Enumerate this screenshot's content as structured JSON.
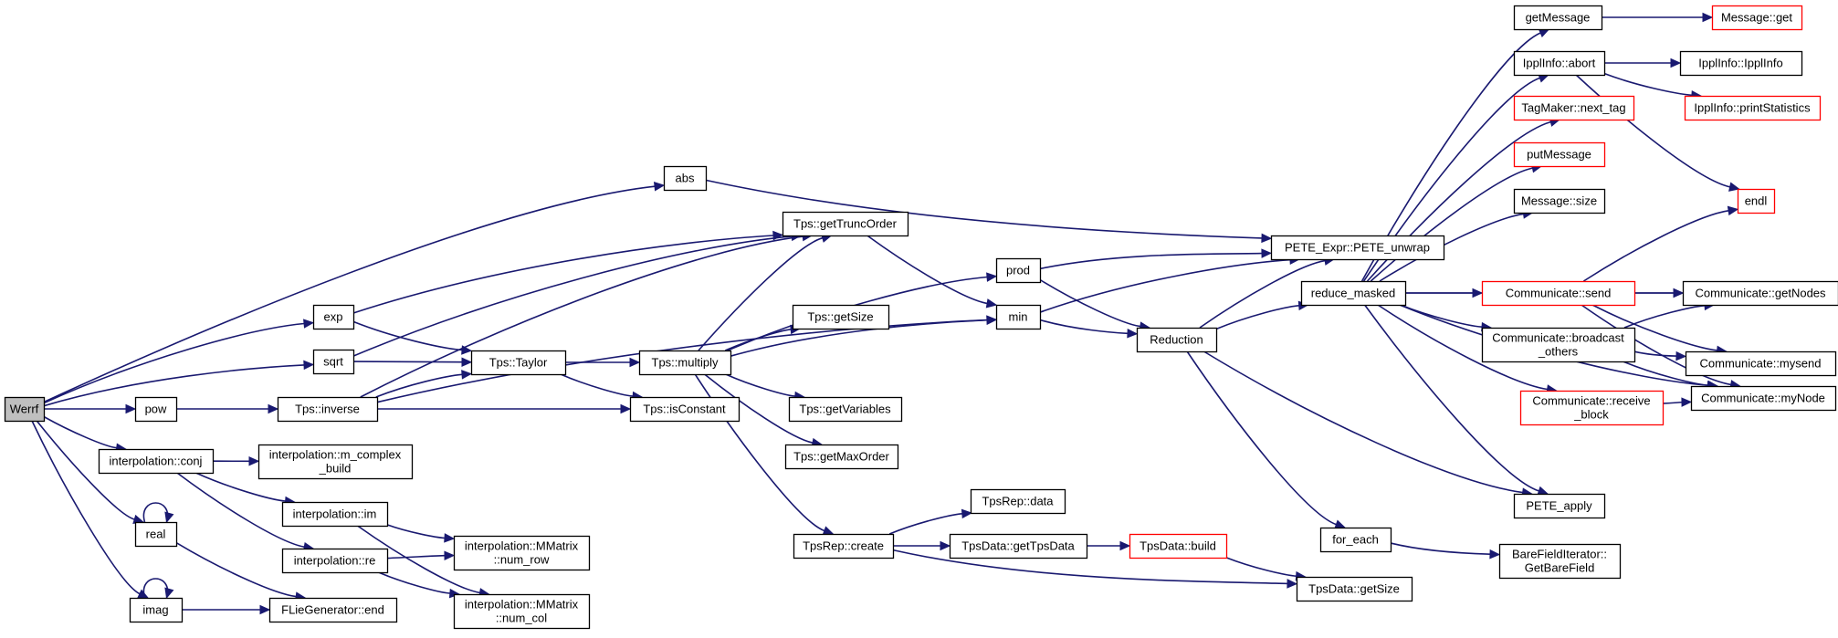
{
  "colors": {
    "edge": "#191970",
    "node_border_normal": "#000000",
    "node_border_truncated": "#ff0000",
    "root_fill": "#bfbfbf",
    "node_fill": "#ffffff"
  },
  "nodes": [
    {
      "id": "werrf",
      "lines": [
        "Werrf"
      ],
      "root": true
    },
    {
      "id": "abs",
      "lines": [
        "abs"
      ]
    },
    {
      "id": "exp",
      "lines": [
        "exp"
      ]
    },
    {
      "id": "sqrt",
      "lines": [
        "sqrt"
      ]
    },
    {
      "id": "pow",
      "lines": [
        "pow"
      ]
    },
    {
      "id": "iconj",
      "lines": [
        "interpolation::conj"
      ]
    },
    {
      "id": "real",
      "lines": [
        "real"
      ]
    },
    {
      "id": "imag",
      "lines": [
        "imag"
      ]
    },
    {
      "id": "mcomplex",
      "lines": [
        "interpolation::m_complex",
        "_build"
      ]
    },
    {
      "id": "iim",
      "lines": [
        "interpolation::im"
      ]
    },
    {
      "id": "ire",
      "lines": [
        "interpolation::re"
      ]
    },
    {
      "id": "flieend",
      "lines": [
        "FLieGenerator::end"
      ]
    },
    {
      "id": "numrow",
      "lines": [
        "interpolation::MMatrix",
        "::num_row"
      ]
    },
    {
      "id": "numcol",
      "lines": [
        "interpolation::MMatrix",
        "::num_col"
      ]
    },
    {
      "id": "tpsinverse",
      "lines": [
        "Tps::inverse"
      ]
    },
    {
      "id": "tpstaylor",
      "lines": [
        "Tps::Taylor"
      ]
    },
    {
      "id": "tpsiscons",
      "lines": [
        "Tps::isConstant"
      ]
    },
    {
      "id": "tpsgettrunc",
      "lines": [
        "Tps::getTruncOrder"
      ]
    },
    {
      "id": "tpsmultiply",
      "lines": [
        "Tps::multiply"
      ]
    },
    {
      "id": "tpsgetsize",
      "lines": [
        "Tps::getSize"
      ]
    },
    {
      "id": "tpsgetvars",
      "lines": [
        "Tps::getVariables"
      ]
    },
    {
      "id": "tpsgetmax",
      "lines": [
        "Tps::getMaxOrder"
      ]
    },
    {
      "id": "tpsrepcreate",
      "lines": [
        "TpsRep::create"
      ]
    },
    {
      "id": "tpsrepdata",
      "lines": [
        "TpsRep::data"
      ]
    },
    {
      "id": "tpsdatagettps",
      "lines": [
        "TpsData::getTpsData"
      ]
    },
    {
      "id": "tpsdatabuild",
      "lines": [
        "TpsData::build"
      ],
      "truncated": true
    },
    {
      "id": "tpsdatagetsize",
      "lines": [
        "TpsData::getSize"
      ]
    },
    {
      "id": "prod",
      "lines": [
        "prod"
      ]
    },
    {
      "id": "min",
      "lines": [
        "min"
      ]
    },
    {
      "id": "peteunwrap",
      "lines": [
        "PETE_Expr::PETE_unwrap"
      ]
    },
    {
      "id": "reduction",
      "lines": [
        "Reduction"
      ]
    },
    {
      "id": "reducemasked",
      "lines": [
        "reduce_masked"
      ]
    },
    {
      "id": "foreach",
      "lines": [
        "for_each"
      ]
    },
    {
      "id": "barefield",
      "lines": [
        "BareFieldIterator::",
        "GetBareField"
      ]
    },
    {
      "id": "peteapply",
      "lines": [
        "PETE_apply"
      ]
    },
    {
      "id": "getmessage",
      "lines": [
        "getMessage"
      ]
    },
    {
      "id": "ipplabort",
      "lines": [
        "IpplInfo::abort"
      ]
    },
    {
      "id": "tagmaker",
      "lines": [
        "TagMaker::next_tag"
      ],
      "truncated": true
    },
    {
      "id": "putmessage",
      "lines": [
        "putMessage"
      ],
      "truncated": true
    },
    {
      "id": "messagesize",
      "lines": [
        "Message::size"
      ]
    },
    {
      "id": "commsend",
      "lines": [
        "Communicate::send"
      ],
      "truncated": true
    },
    {
      "id": "commbcast",
      "lines": [
        "Communicate::broadcast",
        "_others"
      ]
    },
    {
      "id": "commrecv",
      "lines": [
        "Communicate::receive",
        "_block"
      ],
      "truncated": true
    },
    {
      "id": "messageget",
      "lines": [
        "Message::get"
      ],
      "truncated": true
    },
    {
      "id": "ipplinfo",
      "lines": [
        "IpplInfo::IpplInfo"
      ]
    },
    {
      "id": "ipplstats",
      "lines": [
        "IpplInfo::printStatistics"
      ],
      "truncated": true
    },
    {
      "id": "endl",
      "lines": [
        "endl"
      ],
      "truncated": true
    },
    {
      "id": "commgetnodes",
      "lines": [
        "Communicate::getNodes"
      ]
    },
    {
      "id": "commmysend",
      "lines": [
        "Communicate::mysend"
      ]
    },
    {
      "id": "commmynode",
      "lines": [
        "Communicate::myNode"
      ]
    }
  ],
  "edges": [
    [
      "werrf",
      "abs"
    ],
    [
      "werrf",
      "exp"
    ],
    [
      "werrf",
      "sqrt"
    ],
    [
      "werrf",
      "pow"
    ],
    [
      "werrf",
      "iconj"
    ],
    [
      "werrf",
      "real"
    ],
    [
      "werrf",
      "imag"
    ],
    [
      "abs",
      "peteunwrap"
    ],
    [
      "exp",
      "tpsgettrunc"
    ],
    [
      "exp",
      "tpstaylor"
    ],
    [
      "sqrt",
      "tpsgettrunc"
    ],
    [
      "sqrt",
      "tpstaylor"
    ],
    [
      "pow",
      "tpsinverse"
    ],
    [
      "tpsinverse",
      "tpsgettrunc"
    ],
    [
      "tpsinverse",
      "tpstaylor"
    ],
    [
      "tpsinverse",
      "tpsiscons"
    ],
    [
      "tpsinverse",
      "min"
    ],
    [
      "tpstaylor",
      "tpsmultiply"
    ],
    [
      "tpstaylor",
      "tpsiscons"
    ],
    [
      "tpsmultiply",
      "tpsgettrunc"
    ],
    [
      "tpsmultiply",
      "prod"
    ],
    [
      "tpsmultiply",
      "tpsgetsize"
    ],
    [
      "tpsmultiply",
      "min"
    ],
    [
      "tpsmultiply",
      "tpsgetvars"
    ],
    [
      "tpsmultiply",
      "tpsgetmax"
    ],
    [
      "tpsmultiply",
      "tpsrepcreate"
    ],
    [
      "tpsgettrunc",
      "min"
    ],
    [
      "prod",
      "peteunwrap"
    ],
    [
      "prod",
      "reduction"
    ],
    [
      "min",
      "peteunwrap"
    ],
    [
      "min",
      "reduction"
    ],
    [
      "iconj",
      "mcomplex"
    ],
    [
      "iconj",
      "iim"
    ],
    [
      "iconj",
      "ire"
    ],
    [
      "iim",
      "numrow"
    ],
    [
      "iim",
      "numcol"
    ],
    [
      "ire",
      "numrow"
    ],
    [
      "ire",
      "numcol"
    ],
    [
      "real",
      "real"
    ],
    [
      "real",
      "flieend"
    ],
    [
      "imag",
      "imag"
    ],
    [
      "imag",
      "flieend"
    ],
    [
      "tpsrepcreate",
      "tpsrepdata"
    ],
    [
      "tpsrepcreate",
      "tpsdatagettps"
    ],
    [
      "tpsrepcreate",
      "tpsdatagetsize"
    ],
    [
      "tpsdatagettps",
      "tpsdatabuild"
    ],
    [
      "tpsdatabuild",
      "tpsdatagetsize"
    ],
    [
      "reduction",
      "peteunwrap"
    ],
    [
      "reduction",
      "reducemasked"
    ],
    [
      "reduction",
      "foreach"
    ],
    [
      "reduction",
      "peteapply"
    ],
    [
      "foreach",
      "barefield"
    ],
    [
      "reducemasked",
      "getmessage"
    ],
    [
      "reducemasked",
      "ipplabort"
    ],
    [
      "reducemasked",
      "tagmaker"
    ],
    [
      "reducemasked",
      "putmessage"
    ],
    [
      "reducemasked",
      "messagesize"
    ],
    [
      "reducemasked",
      "commgetnodes"
    ],
    [
      "reducemasked",
      "commsend"
    ],
    [
      "reducemasked",
      "commbcast"
    ],
    [
      "reducemasked",
      "commrecv"
    ],
    [
      "reducemasked",
      "commmynode"
    ],
    [
      "reducemasked",
      "peteapply"
    ],
    [
      "getmessage",
      "messageget"
    ],
    [
      "ipplabort",
      "ipplinfo"
    ],
    [
      "ipplabort",
      "ipplstats"
    ],
    [
      "ipplabort",
      "endl"
    ],
    [
      "commsend",
      "endl"
    ],
    [
      "commsend",
      "commgetnodes"
    ],
    [
      "commsend",
      "commmysend"
    ],
    [
      "commsend",
      "commmynode"
    ],
    [
      "commbcast",
      "commgetnodes"
    ],
    [
      "commbcast",
      "commmysend"
    ],
    [
      "commbcast",
      "commmynode"
    ],
    [
      "commrecv",
      "commmynode"
    ]
  ]
}
